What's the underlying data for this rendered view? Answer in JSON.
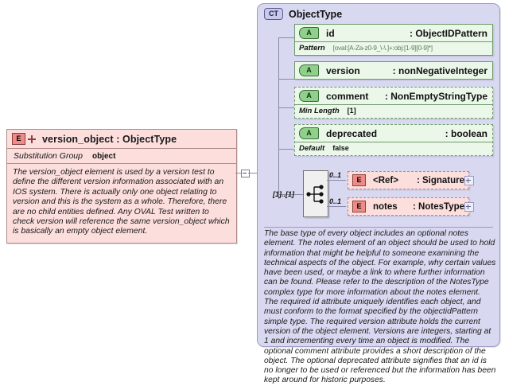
{
  "diagram": {
    "kind": "xsd-schema-diagram"
  },
  "element_box": {
    "icon": "element-plus-icon",
    "badge_letter": "E",
    "title": "version_object : ObjectType",
    "substitution_group_label": "Substitution Group",
    "substitution_group_value": "object",
    "documentation": "The version_object element is used by a version test to define the different version information associated with an IOS system. There is actually only one object relating to version and this is the system as a whole. Therefore, there are no child entities defined. Any OVAL Test written to check version will reference the same version_object which is basically an empty object element."
  },
  "complex_type": {
    "badge_letter": "CT",
    "title": "ObjectType",
    "attributes": [
      {
        "badge": "A",
        "name": "id",
        "type": ": ObjectIDPattern",
        "required": true,
        "facet_label": "Pattern",
        "facet_value": "[oval:[A-Za-z0-9_\\-\\.]+:obj:[1-9][0-9]*]"
      },
      {
        "badge": "A",
        "name": "version",
        "type": ": nonNegativeInteger",
        "required": true,
        "facet_label": "",
        "facet_value": ""
      },
      {
        "badge": "A",
        "name": "comment",
        "type": ": NonEmptyStringType",
        "required": false,
        "facet_label": "Min Length",
        "facet_value": "[1]"
      },
      {
        "badge": "A",
        "name": "deprecated",
        "type": ": boolean",
        "required": false,
        "facet_label": "Default",
        "facet_value": "false"
      }
    ],
    "model_group": {
      "icon": "sequence-icon",
      "cardinality": "[1]..[1]"
    },
    "children": [
      {
        "badge": "E",
        "name": "<Ref>",
        "type": ": Signature",
        "cardinality": "0..1",
        "expand": "plus-icon"
      },
      {
        "badge": "E",
        "name": "notes",
        "type": ": NotesType",
        "cardinality": "0..1",
        "expand": "plus-icon"
      }
    ],
    "documentation": "The base type of every object includes an optional notes element. The notes element of an object should be used to hold information that might be helpful to someone examining the technical aspects of the object. For example, why certain values have been used, or maybe a link to where further information can be found. Please refer to the description of the NotesType complex type for more information about the notes element. The required id attribute uniquely identifies each object, and must conform to the format specified by the objectidPattern simple type. The required version attribute holds the current version of the object element. Versions are integers, starting at 1 and incrementing every time an object is modified. The optional comment attribute provides a short description of the object. The optional deprecated attribute signifies that an id is no longer to be used or referenced but the information has been kept around for historic purposes."
  },
  "colors": {
    "element_fill": "#fcdedd",
    "element_border": "#b08a88",
    "attribute_fill": "#ebf7e9",
    "attribute_border": "#6d9a6b",
    "panel_fill": "#d8d8f0",
    "panel_border": "#9a9ac4"
  }
}
